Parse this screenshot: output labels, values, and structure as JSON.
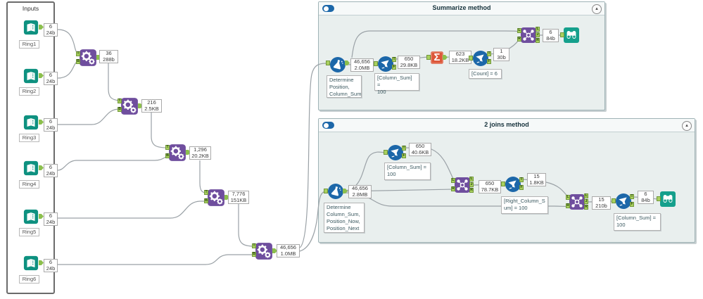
{
  "icons": {
    "sigma": "Σ",
    "caret": "▴"
  },
  "al": {
    "t": "T",
    "b": "B",
    "l": "L",
    "j": "J",
    "r": "R",
    "f": "F"
  },
  "colors": {
    "teal": "#0E9180",
    "purple": "#6F4E9E",
    "blue": "#1C67A9",
    "orange": "#DC5639",
    "anchor_green": "#A9D05F",
    "wire": "#9AA1A6",
    "container_body": "#E9EFEE"
  },
  "inputs_panel": {
    "title": "Inputs",
    "rings": [
      {
        "label": "Ring1",
        "count": "6",
        "size": "24b"
      },
      {
        "label": "Ring2",
        "count": "6",
        "size": "24b"
      },
      {
        "label": "Ring3",
        "count": "6",
        "size": "24b"
      },
      {
        "label": "Ring4",
        "count": "6",
        "size": "24b"
      },
      {
        "label": "Ring5",
        "count": "6",
        "size": "24b"
      },
      {
        "label": "Ring6",
        "count": "6",
        "size": "24b"
      }
    ]
  },
  "macros": [
    {
      "count": "36",
      "size": "288b"
    },
    {
      "count": "216",
      "size": "2.5KB"
    },
    {
      "count": "1,296",
      "size": "20.2KB"
    },
    {
      "count": "7,776",
      "size": "151KB"
    },
    {
      "count": "46,656",
      "size": "1.0MB"
    }
  ],
  "summarize": {
    "title": "Summarize method",
    "formula": {
      "count": "46,656",
      "size": "2.0MB",
      "comment": "Determine\nPosition,\nColumn_Sum"
    },
    "filter1": {
      "count": "650",
      "size": "29.8KB",
      "comment": "[Column_Sum] =\n100"
    },
    "summarize_tool": {
      "count": "623",
      "size": "18.2KB"
    },
    "filter2": {
      "count": "1",
      "size": "30b",
      "comment": "[Count] = 6"
    },
    "join": {
      "count": "6",
      "size": "84b"
    }
  },
  "two_joins": {
    "title": "2 joins method",
    "formula": {
      "count": "46,656",
      "size": "2.8MB",
      "comment": "Determine\nColumn_Sum,\nPosition_Now,\nPosition_Next"
    },
    "filter1": {
      "count": "650",
      "size": "40.6KB",
      "comment": "[Column_Sum] =\n100"
    },
    "join1": {
      "count": "650",
      "size": "78.7KB"
    },
    "filter2": {
      "count": "15",
      "size": "1.8KB",
      "comment": "[Right_Column_S\num] = 100"
    },
    "join2": {
      "count": "15",
      "size": "210b"
    },
    "filter3": {
      "count": "6",
      "size": "84b",
      "comment": "[Column_Sum] =\n100"
    }
  }
}
